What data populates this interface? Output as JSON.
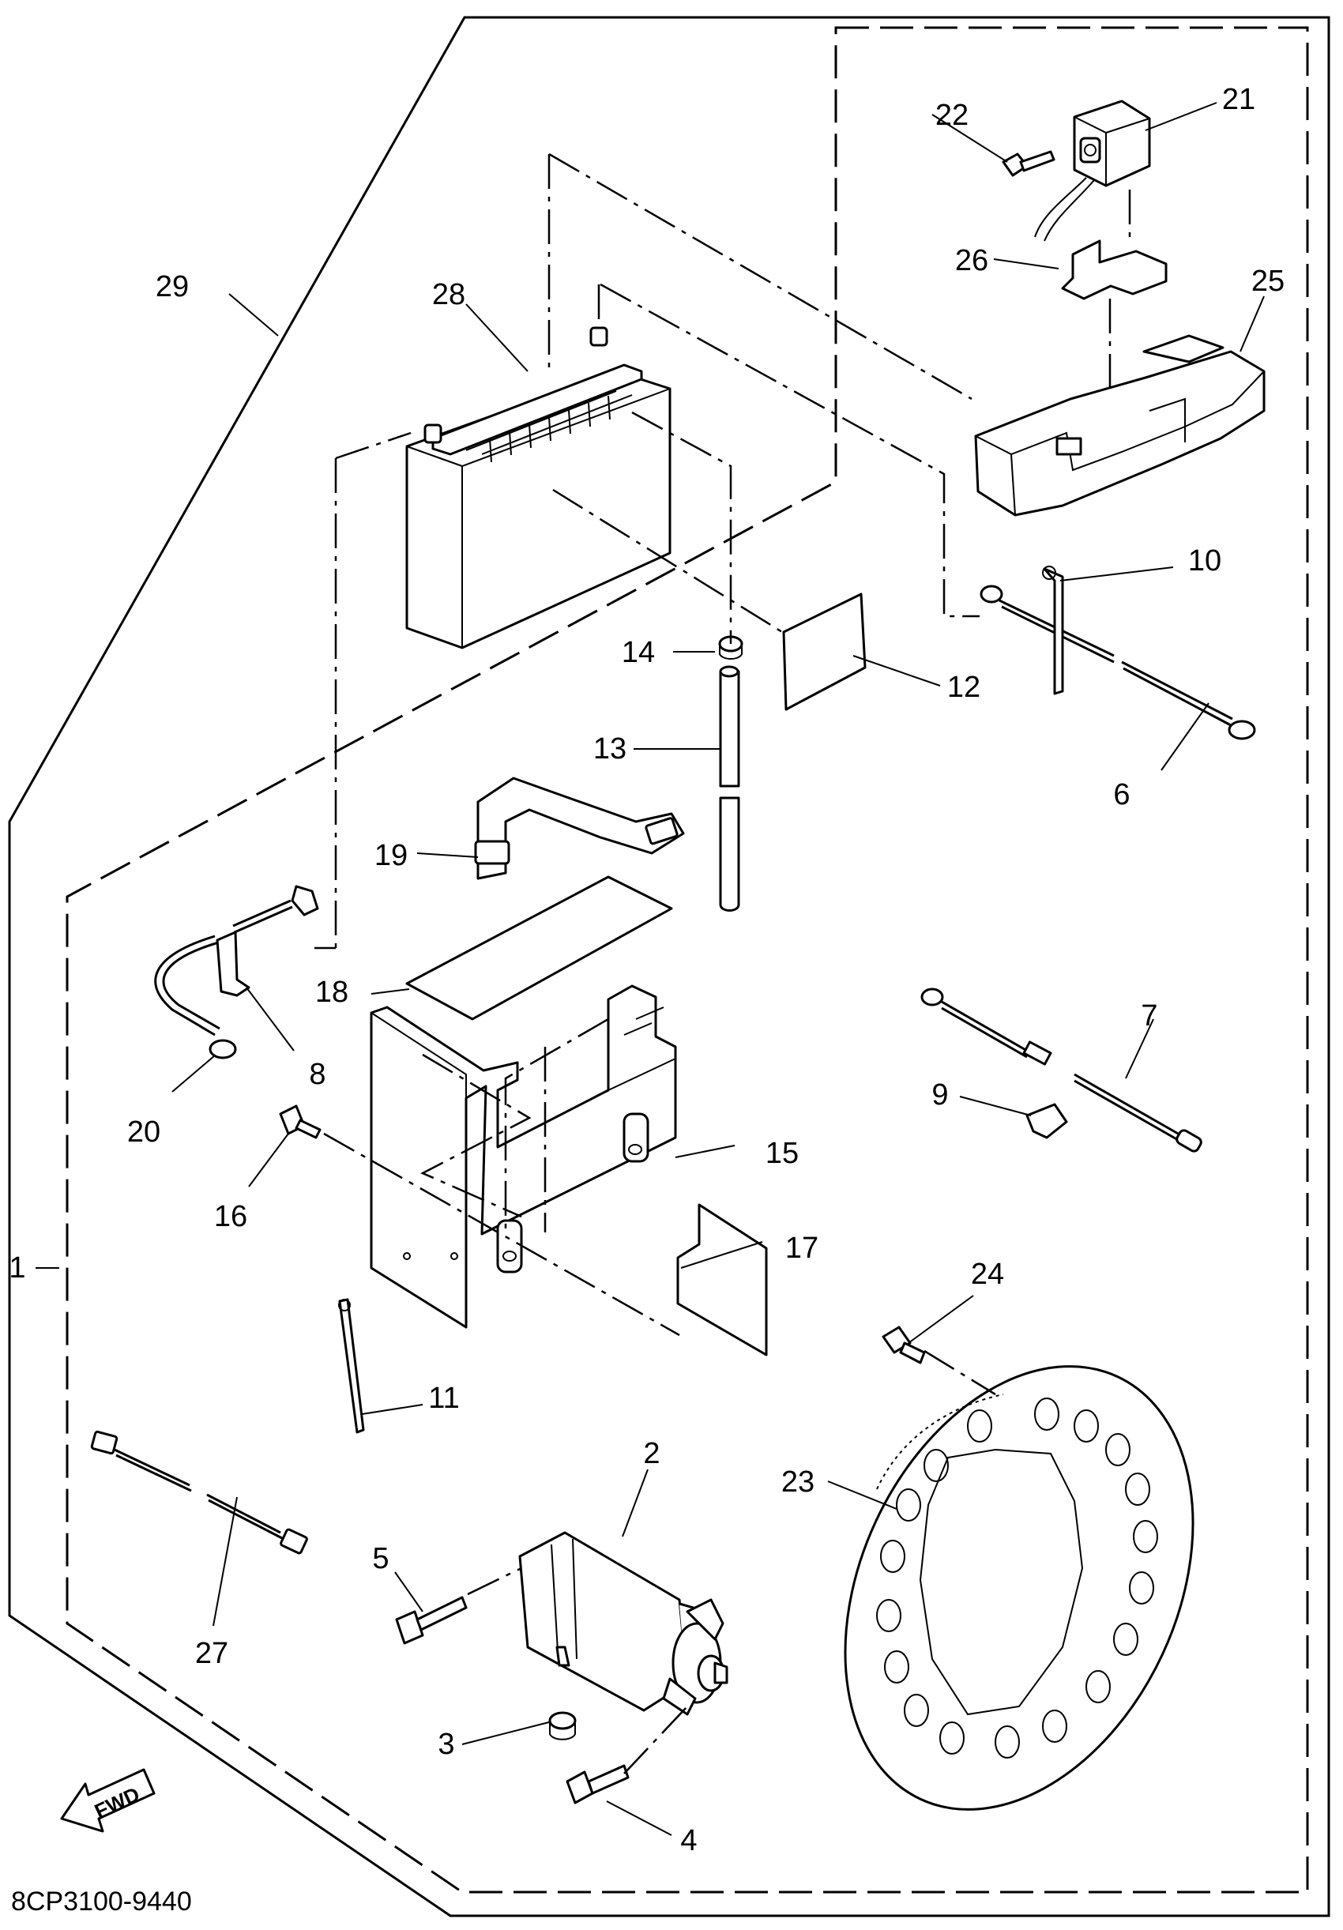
{
  "drawing_code": "8CP3100-9440",
  "fwd_label": "FWD",
  "callouts": [
    "1",
    "2",
    "3",
    "4",
    "5",
    "6",
    "7",
    "8",
    "9",
    "10",
    "11",
    "12",
    "13",
    "14",
    "15",
    "16",
    "17",
    "18",
    "19",
    "20",
    "21",
    "22",
    "23",
    "24",
    "25",
    "26",
    "27",
    "28",
    "29"
  ]
}
